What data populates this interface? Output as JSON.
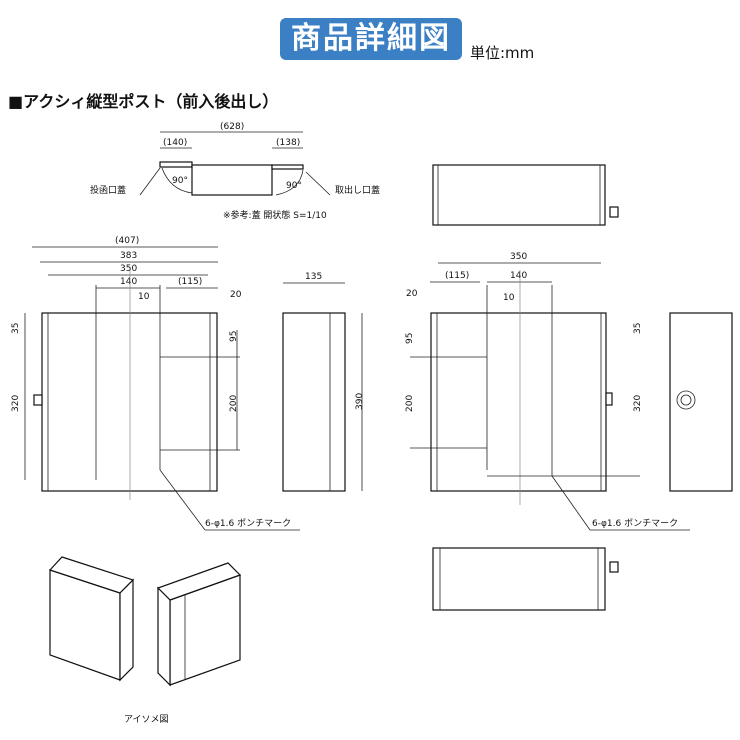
{
  "header": {
    "title": "商品詳細図",
    "unit": "単位:mm"
  },
  "section_title": "■アクシィ縦型ポスト（前入後出し）",
  "top_view": {
    "dim_total": "(628)",
    "dim_left": "(140)",
    "dim_right": "(138)",
    "angle_left": "90°",
    "angle_right": "90°",
    "label_left": "投函口蓋",
    "label_right": "取出し口蓋",
    "note": "※参考:蓋 開状態  S=1/10"
  },
  "front_view": {
    "dims": [
      "(407)",
      "383",
      "350",
      "140",
      "(115)",
      "10",
      "20",
      "35",
      "95",
      "320",
      "200"
    ],
    "callout": "6-φ1.6 ポンチマーク"
  },
  "side_view": {
    "width": "135",
    "height": "390"
  },
  "back_view": {
    "dims": [
      "350",
      "(115)",
      "140",
      "20",
      "10",
      "95",
      "35",
      "200",
      "320"
    ],
    "callout": "6-φ1.6 ポンチマーク"
  },
  "iso_caption": "アイソメ図"
}
